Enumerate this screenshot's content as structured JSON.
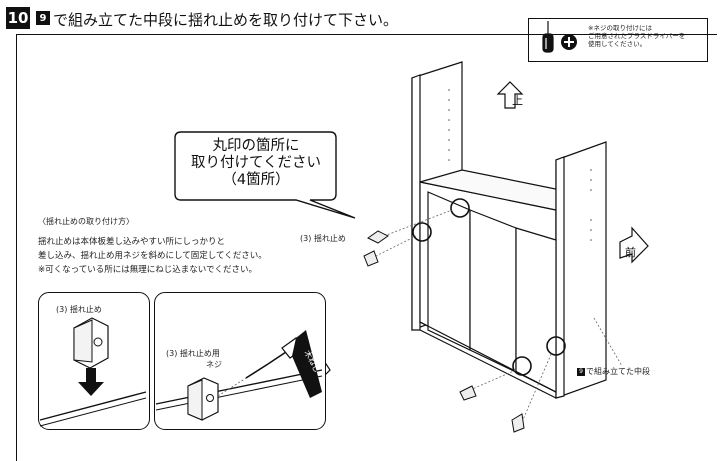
{
  "step": {
    "number": "10",
    "badge": "9",
    "title": "で組み立てた中段に揺れ止めを取り付けて下さい。"
  },
  "tool_note": {
    "lines": [
      "※ネジの取り付けには",
      "ご用意されたプラスドライバーを",
      "使用してください。"
    ]
  },
  "callout": {
    "lines": [
      "丸印の箇所に",
      "取り付けてください",
      "（4箇所）"
    ]
  },
  "instructions": {
    "title": "〈揺れ止めの取り付け方〉",
    "lines": [
      "揺れ止めは本体板差し込みやすい所にしっかりと",
      "差し込み、揺れ止め用ネジを斜めにして固定してください。",
      "※可くなっている所には無理にねじ込まないでください。"
    ]
  },
  "labels": {
    "stopper_main": "(3)  揺れ止め",
    "stopper_panel": "(3)  揺れ止め",
    "screw_panel_1": "(3)  揺れ止め用",
    "screw_panel_2": "ネジ",
    "screwdriver": "木ねじ",
    "direction_up": "上",
    "direction_front": "前",
    "assembled_badge": "9",
    "assembled_label": "で組み立てた中段"
  },
  "colors": {
    "ink": "#111111",
    "paper": "#ffffff"
  },
  "icons": [
    "screwdriver-icon",
    "plus-circle-icon",
    "up-arrow-icon",
    "front-arrow-icon",
    "down-arrow-icon"
  ]
}
